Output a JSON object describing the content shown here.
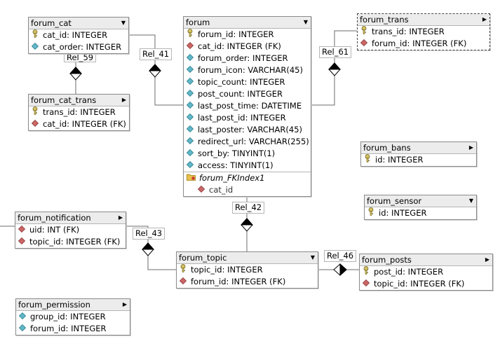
{
  "tables": {
    "forum_cat": {
      "name": "forum_cat",
      "fields": [
        {
          "icon": "primary-key-icon",
          "text": "cat_id: INTEGER"
        },
        {
          "icon": "attribute-icon",
          "text": "cat_order: INTEGER"
        }
      ]
    },
    "forum": {
      "name": "forum",
      "fields": [
        {
          "icon": "primary-key-icon",
          "text": "forum_id: INTEGER"
        },
        {
          "icon": "foreign-key-icon",
          "text": "cat_id: INTEGER (FK)"
        },
        {
          "icon": "attribute-icon",
          "text": "forum_order: INTEGER"
        },
        {
          "icon": "attribute-icon",
          "text": "forum_icon: VARCHAR(45)"
        },
        {
          "icon": "attribute-icon",
          "text": "topic_count: INTEGER"
        },
        {
          "icon": "attribute-icon",
          "text": "post_count: INTEGER"
        },
        {
          "icon": "attribute-icon",
          "text": "last_post_time: DATETIME"
        },
        {
          "icon": "attribute-icon",
          "text": "last_post_id: INTEGER"
        },
        {
          "icon": "attribute-icon",
          "text": "last_poster: VARCHAR(45)"
        },
        {
          "icon": "attribute-icon",
          "text": "redirect_url: VARCHAR(255)"
        },
        {
          "icon": "attribute-icon",
          "text": "sort_by: TINYINT(1)"
        },
        {
          "icon": "attribute-icon",
          "text": "access: TINYINT(1)"
        }
      ],
      "index": {
        "name": "forum_FKIndex1",
        "field": "cat_id"
      }
    },
    "forum_trans": {
      "name": "forum_trans",
      "fields": [
        {
          "icon": "primary-key-icon",
          "text": "trans_id: INTEGER"
        },
        {
          "icon": "foreign-key-icon",
          "text": "forum_id: INTEGER (FK)"
        }
      ]
    },
    "forum_cat_trans": {
      "name": "forum_cat_trans",
      "fields": [
        {
          "icon": "primary-key-icon",
          "text": "trans_id: INTEGER"
        },
        {
          "icon": "foreign-key-icon",
          "text": "cat_id: INTEGER (FK)"
        }
      ]
    },
    "forum_bans": {
      "name": "forum_bans",
      "fields": [
        {
          "icon": "primary-key-icon",
          "text": "id: INTEGER"
        }
      ]
    },
    "forum_sensor": {
      "name": "forum_sensor",
      "fields": [
        {
          "icon": "primary-key-icon",
          "text": "id: INTEGER"
        }
      ]
    },
    "forum_notification": {
      "name": "forum_notification",
      "fields": [
        {
          "icon": "foreign-key-icon",
          "text": "uid: INT (FK)"
        },
        {
          "icon": "foreign-key-icon",
          "text": "topic_id: INTEGER (FK)"
        }
      ]
    },
    "forum_topic": {
      "name": "forum_topic",
      "fields": [
        {
          "icon": "primary-key-icon",
          "text": "topic_id: INTEGER"
        },
        {
          "icon": "foreign-key-icon",
          "text": "forum_id: INTEGER (FK)"
        }
      ]
    },
    "forum_posts": {
      "name": "forum_posts",
      "fields": [
        {
          "icon": "primary-key-icon",
          "text": "post_id: INTEGER"
        },
        {
          "icon": "foreign-key-icon",
          "text": "topic_id: INTEGER (FK)"
        }
      ]
    },
    "forum_permission": {
      "name": "forum_permission",
      "fields": [
        {
          "icon": "attribute-icon",
          "text": "group_id: INTEGER"
        },
        {
          "icon": "attribute-icon",
          "text": "forum_id: INTEGER"
        }
      ]
    }
  },
  "relations": {
    "rel_59": "Rel_59",
    "rel_41": "Rel_41",
    "rel_61": "Rel_61",
    "rel_42": "Rel_42",
    "rel_43": "Rel_43",
    "rel_46": "Rel_46"
  },
  "colors": {
    "diamond_fill": "#000000",
    "line": "#6b6b6b",
    "pk_key": "#d4c060",
    "fk": "#cc6666",
    "attr": "#5fb7c7"
  }
}
